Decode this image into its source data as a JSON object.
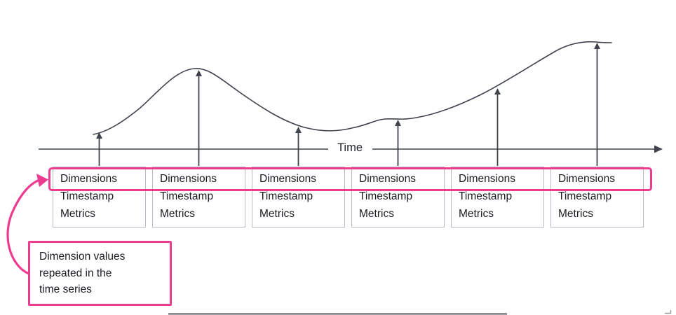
{
  "axis": {
    "label": "Time"
  },
  "boxes": [
    {
      "dimensions": "Dimensions",
      "timestamp": "Timestamp",
      "metrics": "Metrics"
    },
    {
      "dimensions": "Dimensions",
      "timestamp": "Timestamp",
      "metrics": "Metrics"
    },
    {
      "dimensions": "Dimensions",
      "timestamp": "Timestamp",
      "metrics": "Metrics"
    },
    {
      "dimensions": "Dimensions",
      "timestamp": "Timestamp",
      "metrics": "Metrics"
    },
    {
      "dimensions": "Dimensions",
      "timestamp": "Timestamp",
      "metrics": "Metrics"
    },
    {
      "dimensions": "Dimensions",
      "timestamp": "Timestamp",
      "metrics": "Metrics"
    }
  ],
  "callout": {
    "lines": [
      "Dimension values",
      "repeated in the",
      "time series"
    ]
  },
  "colors": {
    "accent_pink": "#ED3C8F",
    "diagram_line": "#3F434D",
    "box_border": "#B7BBC5",
    "text": "#1A1C22"
  }
}
